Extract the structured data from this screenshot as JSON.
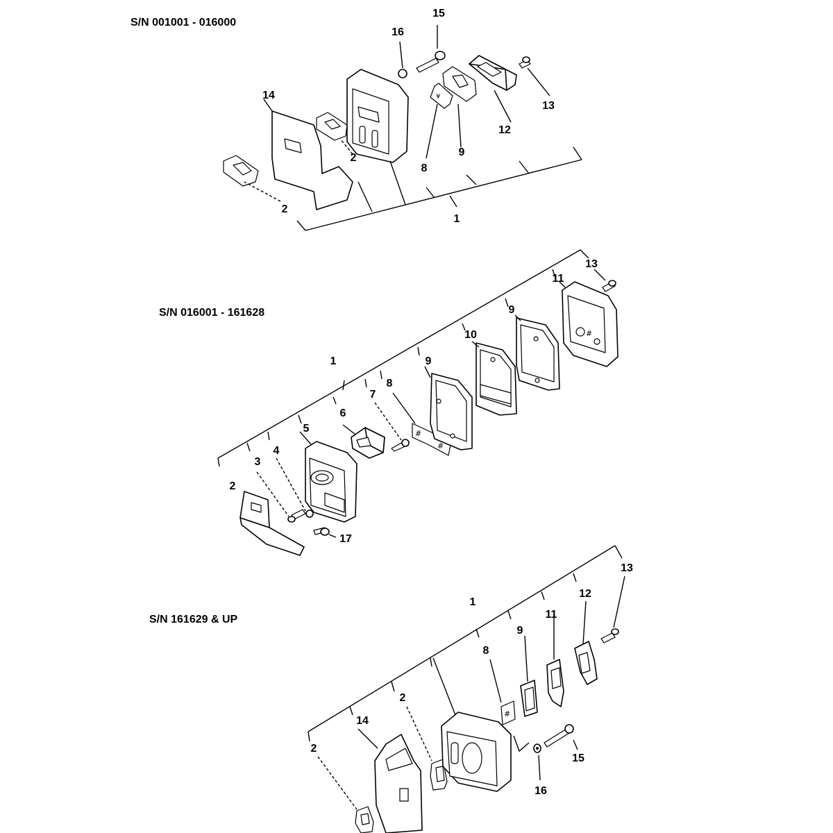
{
  "sections": [
    {
      "title": "S/N 001001 - 016000",
      "callouts": [
        "15",
        "16",
        "13",
        "14",
        "12",
        "2",
        "8",
        "9",
        "2",
        "1"
      ]
    },
    {
      "title": "S/N 016001 - 161628",
      "callouts": [
        "13",
        "11",
        "9",
        "10",
        "1",
        "9",
        "8",
        "7",
        "6",
        "5",
        "3",
        "4",
        "2",
        "17"
      ]
    },
    {
      "title": "S/N 161629 & UP",
      "callouts": [
        "13",
        "12",
        "1",
        "11",
        "9",
        "8",
        "2",
        "14",
        "2",
        "15",
        "16"
      ]
    }
  ]
}
